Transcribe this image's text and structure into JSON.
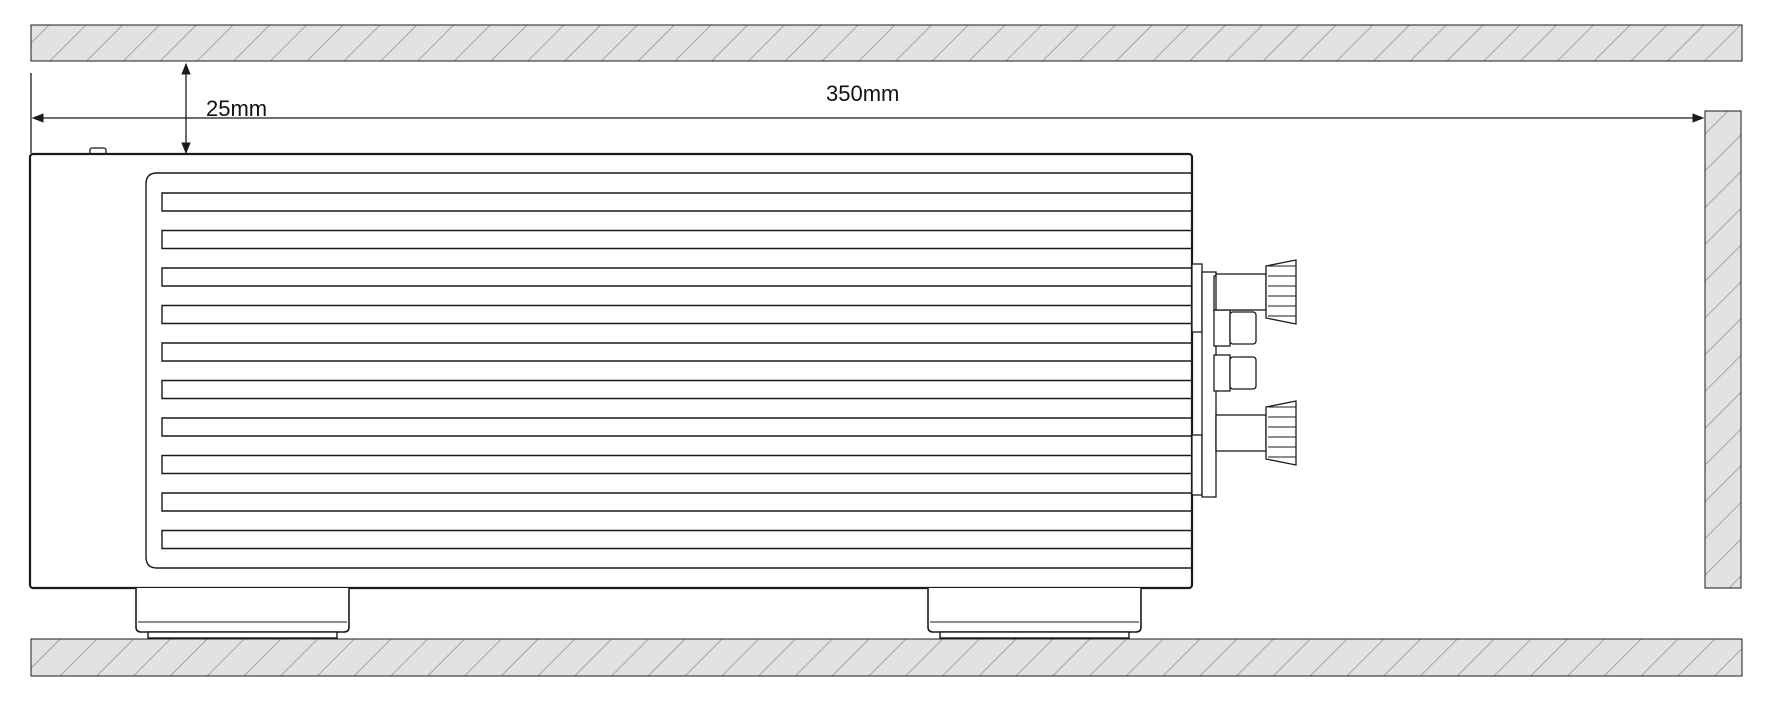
{
  "dimensions": {
    "top_clearance": "25mm",
    "rear_clearance": "350mm"
  },
  "colors": {
    "line": "#1a1a1a",
    "hatch_fill": "#e2e2e2",
    "hatch_line": "#8a8a8a",
    "background": "#ffffff"
  },
  "parts": {
    "heatsink_fins": 10,
    "feet": 2,
    "rear_terminals": 2
  }
}
